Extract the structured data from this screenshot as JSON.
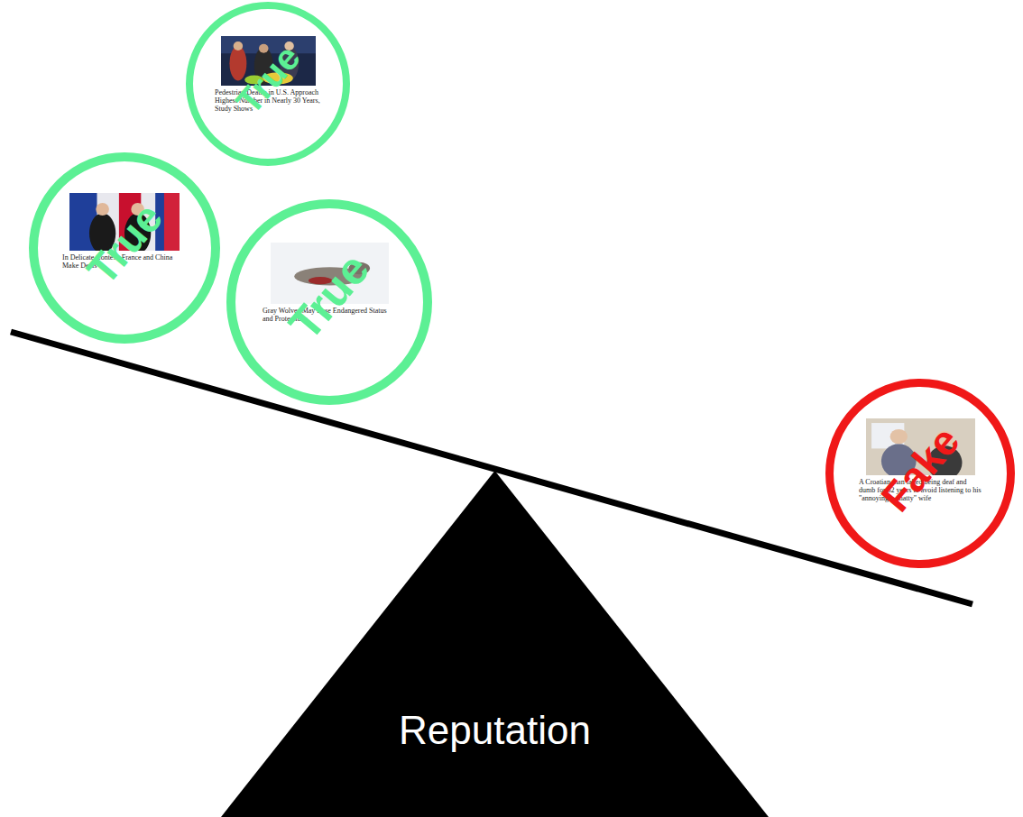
{
  "diagram": {
    "nodes": [
      {
        "text": [
          "Pedestrian Deaths in U.S. Approach Highest Number in Nearly 30 Years, Study Shows",
          "True"
        ]
      },
      {
        "text": [
          "In Delicate Contest, France and China Make Deals",
          "True"
        ]
      },
      {
        "text": [
          "Gray Wolves May Lose Endangered Status and Protections",
          "True"
        ]
      },
      {
        "text": [
          "A Croatian man faked being deaf and dumb for 62 years to avoid listening to his \"annoyingly chatty\" wife",
          "Fake"
        ]
      },
      {
        "text": [
          "Reputation"
        ]
      }
    ]
  }
}
